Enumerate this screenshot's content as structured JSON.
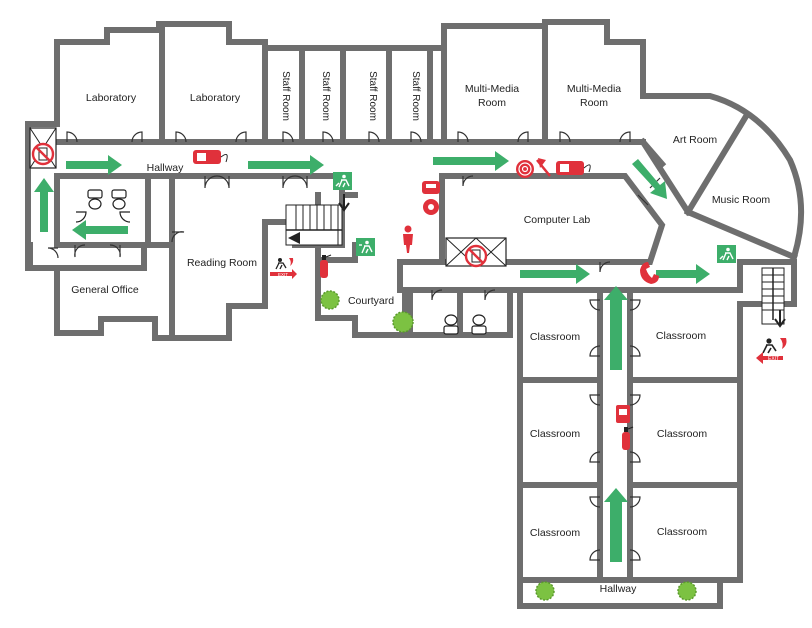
{
  "colors": {
    "wall": "#6e6e6e",
    "arrow": "#3dae6a",
    "safety_red": "#e0313b",
    "exit_green": "#3dae6a",
    "tree_green": "#7cc242",
    "background": "#ffffff"
  },
  "rooms": {
    "laboratory_1": "Laboratory",
    "laboratory_2": "Laboratory",
    "staff_room_1": "Staff Room",
    "staff_room_2": "Staff Room",
    "staff_room_3": "Staff Room",
    "staff_room_4": "Staff Room",
    "multimedia_1_line1": "Multi-Media",
    "multimedia_1_line2": "Room",
    "multimedia_2_line1": "Multi-Media",
    "multimedia_2_line2": "Room",
    "art_room": "Art Room",
    "music_room": "Music Room",
    "hallway_top": "Hallway",
    "computer_lab": "Computer Lab",
    "reading_room": "Reading Room",
    "general_office": "General Office",
    "courtyard": "Courtyard",
    "classroom_l1": "Classroom",
    "classroom_r1": "Classroom",
    "classroom_l2": "Classroom",
    "classroom_r2": "Classroom",
    "classroom_l3": "Classroom",
    "classroom_r3": "Classroom",
    "hallway_bottom": "Hallway"
  },
  "signs": {
    "exit_text": "EXIT"
  },
  "icons": [
    "elevator-icon",
    "no-elevator-sign-icon",
    "fire-extinguisher-icon",
    "fire-hose-reel-icon",
    "fire-axe-icon",
    "fire-alarm-icon",
    "fire-bell-icon",
    "emergency-phone-icon",
    "assembly-point-icon",
    "emergency-exit-sign-icon",
    "fire-exit-sign-icon",
    "stairs-icon",
    "toilet-icon",
    "tree-icon"
  ]
}
